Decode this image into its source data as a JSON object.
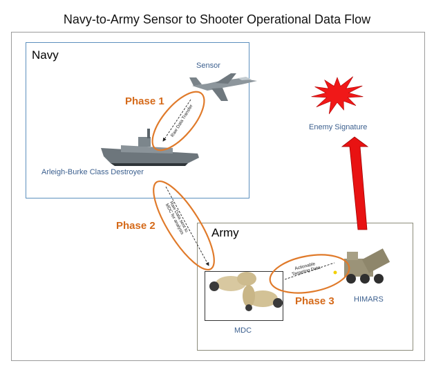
{
  "title": "Navy-to-Army Sensor to Shooter Operational Data Flow",
  "regions": {
    "navy": "Navy",
    "army": "Army"
  },
  "nodes": {
    "sensor": "Sensor",
    "destroyer": "Arleigh-Burke Class Destroyer",
    "enemy": "Enemy Signature",
    "mdc": "MDC",
    "himars": "HIMARS"
  },
  "phases": {
    "p1": {
      "label": "Phase 1",
      "flow": "Raw Data Transfer"
    },
    "p2": {
      "label": "Phase 2",
      "flow_line1": "Raw Data sent to",
      "flow_line2": "MDC for analysis"
    },
    "p3": {
      "label": "Phase 3",
      "flow_line1": "Actionable",
      "flow_line2": "Targeting Data"
    }
  },
  "colors": {
    "phase": "#d56a1a",
    "ellipse": "#e07a2a",
    "arrow": "#e81212",
    "burst": "#f01818",
    "navy_border": "#5b8fbd",
    "label_blue": "#3b5f8e"
  },
  "icons": [
    "jet-icon",
    "destroyer-icon",
    "burst-icon",
    "robot-icon",
    "himars-icon"
  ]
}
